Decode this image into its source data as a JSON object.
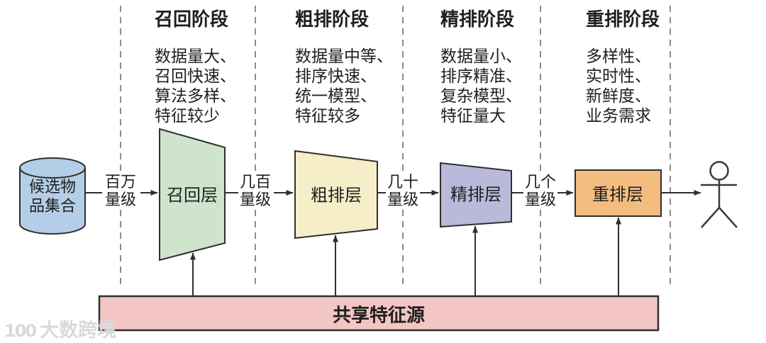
{
  "colors": {
    "candidate_db": "#b5cee8",
    "recall_layer": "#cee4cc",
    "coarse_layer": "#f6eec9",
    "fine_layer": "#b9b9da",
    "rerank_layer": "#f3bd80",
    "shared_bar": "#f3c5c3",
    "outline": "#2f2f2f",
    "divider": "#8c8c8c"
  },
  "stages": [
    {
      "title": "召回阶段",
      "desc": "数据量大、\n召回快速、\n算法多样、\n特征较少",
      "layer": "召回层"
    },
    {
      "title": "粗排阶段",
      "desc": "数据量中等、\n排序快速、\n统一模型、\n特征较多",
      "layer": "粗排层"
    },
    {
      "title": "精排阶段",
      "desc": "数据量小、\n排序精准、\n复杂模型、\n特征量大",
      "layer": "精排层"
    },
    {
      "title": "重排阶段",
      "desc": "多样性、\n实时性、\n新鲜度、\n业务需求",
      "layer": "重排层"
    }
  ],
  "candidate_pool": {
    "label": "候选物\n品集合"
  },
  "flow_labels": [
    {
      "text": "百万\n量级"
    },
    {
      "text": "几百\n量级"
    },
    {
      "text": "几十\n量级"
    },
    {
      "text": "几个\n量级"
    }
  ],
  "shared_feature_bar": {
    "label": "共享特征源"
  },
  "watermark": {
    "logo": "100",
    "text": "大数跨境"
  }
}
